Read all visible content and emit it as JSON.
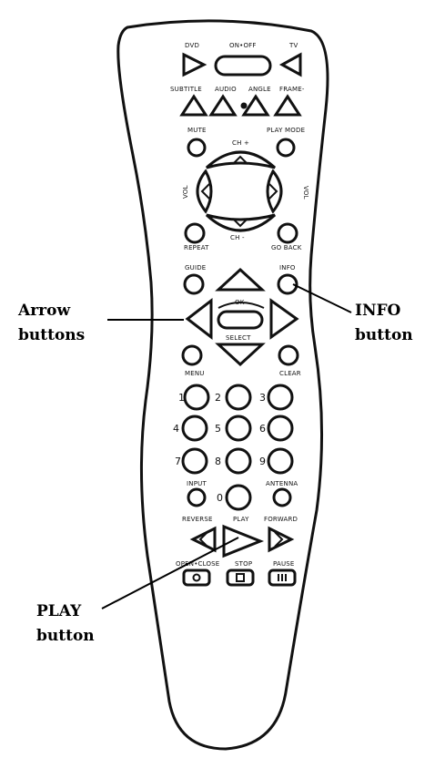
{
  "remote": {
    "top_labels": {
      "dvd": "DVD",
      "on_off": "ON•OFF",
      "tv": "TV"
    },
    "row2_labels": {
      "subtitle": "SUBTITLE",
      "audio": "AUDIO",
      "angle": "ANGLE",
      "frame": "FRAME-"
    },
    "nav_labels": {
      "mute": "MUTE",
      "play_mode": "PLAY MODE",
      "ch_plus": "CH +",
      "ch_minus": "CH -",
      "vol_left": "VOL",
      "vol_right": "VOL",
      "repeat": "REPEAT",
      "go_back": "GO BACK"
    },
    "menu_labels": {
      "guide": "GUIDE",
      "info": "INFO",
      "ok": "OK",
      "select": "SELECT",
      "menu": "MENU",
      "clear": "CLEAR"
    },
    "numbers": [
      "1",
      "2",
      "3",
      "4",
      "5",
      "6",
      "7",
      "8",
      "9",
      "0"
    ],
    "lower_labels": {
      "input": "INPUT",
      "antenna": "ANTENNA",
      "reverse": "REVERSE",
      "play": "PLAY",
      "forward": "FORWARD",
      "open_close": "OPEN•CLOSE",
      "stop": "STOP",
      "pause": "PAUSE"
    }
  },
  "callouts": {
    "arrow": [
      "Arrow",
      "buttons"
    ],
    "info": [
      "INFO",
      "button"
    ],
    "play": [
      "PLAY",
      "button"
    ]
  },
  "colors": {
    "ink": "#111111",
    "background": "#ffffff"
  }
}
